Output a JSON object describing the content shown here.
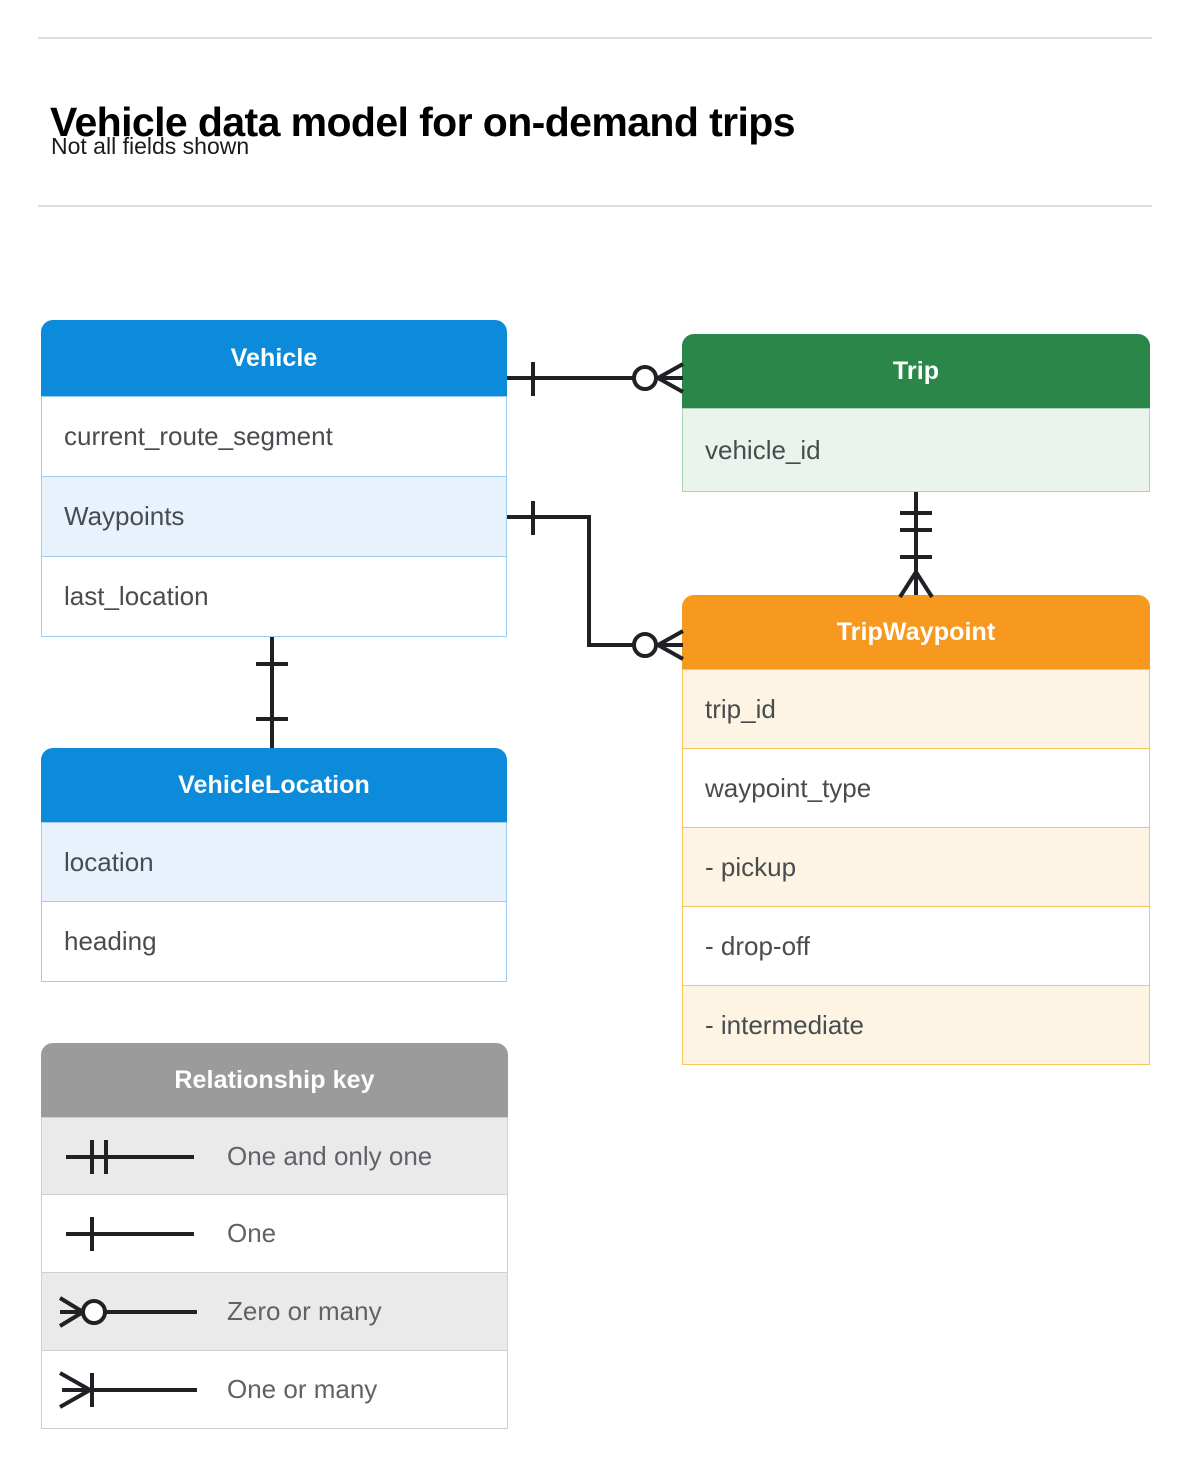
{
  "header": {
    "title": "Vehicle data model for on-demand trips",
    "subtitle": "Not all fields shown"
  },
  "colors": {
    "blue_header": "#0b8bd9",
    "blue_row_alt": "#e8f2fd",
    "blue_border": "#9fcdf0",
    "green_header": "#2a8749",
    "green_row_alt": "#eaf4ed",
    "green_border": "#a9d6b8",
    "orange_header": "#f7991f",
    "orange_row_alt": "#fdf4e3",
    "orange_border": "#fac45c",
    "gray_header": "#9b9b9b",
    "gray_row_alt": "#eaeaea",
    "gray_border": "#cfcfcf",
    "connector": "#202124",
    "rule": "#dadce0",
    "field_text": "#494c4f",
    "legend_text": "#5f6368"
  },
  "entities": {
    "vehicle": {
      "title": "Vehicle",
      "fields": [
        {
          "label": "current_route_segment",
          "highlight": false
        },
        {
          "label": "Waypoints",
          "highlight": true
        },
        {
          "label": "last_location",
          "highlight": false
        }
      ]
    },
    "vehicle_location": {
      "title": "VehicleLocation",
      "fields": [
        {
          "label": "location",
          "highlight": true
        },
        {
          "label": "heading",
          "highlight": false
        }
      ]
    },
    "trip": {
      "title": "Trip",
      "fields": [
        {
          "label": "vehicle_id",
          "highlight": true
        }
      ]
    },
    "trip_waypoint": {
      "title": "TripWaypoint",
      "fields": [
        {
          "label": "trip_id",
          "highlight": true
        },
        {
          "label": "waypoint_type",
          "highlight": false
        },
        {
          "label": "-  pickup",
          "highlight": true
        },
        {
          "label": "-  drop-off",
          "highlight": false
        },
        {
          "label": "-  intermediate",
          "highlight": true
        }
      ]
    }
  },
  "legend": {
    "title": "Relationship key",
    "items": [
      {
        "symbol": "one-and-only-one",
        "label": "One and only one",
        "highlight": true
      },
      {
        "symbol": "one",
        "label": "One",
        "highlight": false
      },
      {
        "symbol": "zero-or-many",
        "label": "Zero or many",
        "highlight": true
      },
      {
        "symbol": "one-or-many",
        "label": "One or many",
        "highlight": false
      }
    ]
  },
  "relationships": [
    {
      "name": "vehicle-to-trip",
      "from": "Vehicle",
      "to": "Trip",
      "from_cardinality": "one",
      "to_cardinality": "zero-or-many"
    },
    {
      "name": "vehicle-waypoints-to-tripwaypoint",
      "from": "Vehicle.Waypoints",
      "to": "TripWaypoint",
      "from_cardinality": "one",
      "to_cardinality": "zero-or-many"
    },
    {
      "name": "vehicle-to-vehiclelocation",
      "from": "Vehicle",
      "to": "VehicleLocation",
      "from_cardinality": "one",
      "to_cardinality": "one"
    },
    {
      "name": "trip-to-tripwaypoint",
      "from": "Trip",
      "to": "TripWaypoint",
      "from_cardinality": "one-and-only-one",
      "to_cardinality": "one-or-many"
    }
  ]
}
